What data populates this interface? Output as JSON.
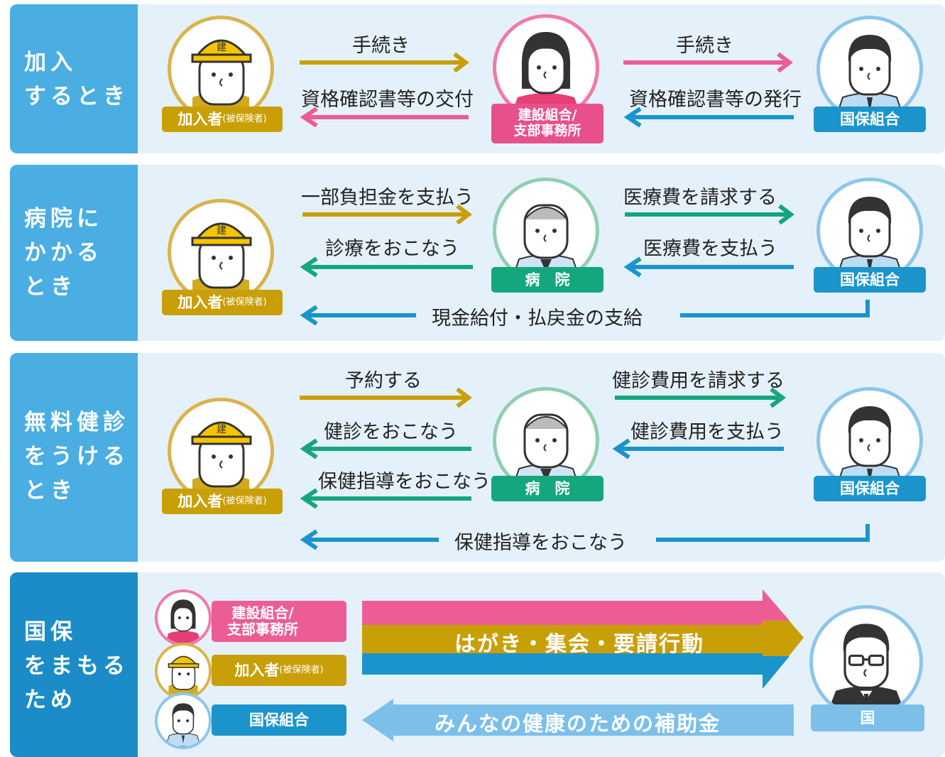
{
  "colors": {
    "head_light": "#4aaee3",
    "head_dark": "#1b8cc8",
    "section_bg": "#e5f1fa",
    "gold": "#c99f08",
    "pink": "#ec5d95",
    "green": "#14a77e",
    "blue": "#1b94cc",
    "light_blue": "#7cc0ea"
  },
  "sections": [
    {
      "title": "加入\nするとき",
      "labels": {
        "a": "手続き",
        "b": "資格確認書等の交付",
        "c": "手続き",
        "d": "資格確認書等の発行"
      },
      "badges": {
        "member": "加入者",
        "member_sub": "(被保険者)",
        "union": "建設組合/\n支部事務所",
        "kokuho": "国保組合"
      }
    },
    {
      "title": "病院に\nかかる\nとき",
      "labels": {
        "a": "一部負担金を支払う",
        "b": "診療をおこなう",
        "c": "医療費を請求する",
        "d": "医療費を支払う",
        "e": "現金給付・払戻金の支給"
      },
      "badges": {
        "member": "加入者",
        "member_sub": "(被保険者)",
        "hospital": "病　院",
        "kokuho": "国保組合"
      }
    },
    {
      "title": "無料健診\nをうける\nとき",
      "labels": {
        "a": "予約する",
        "b": "健診をおこなう",
        "b2": "保健指導をおこなう",
        "c": "健診費用を請求する",
        "d": "健診費用を支払う",
        "e": "保健指導をおこなう"
      },
      "badges": {
        "member": "加入者",
        "member_sub": "(被保険者)",
        "hospital": "病　院",
        "kokuho": "国保組合"
      }
    },
    {
      "title": "国保\nをまもる\nため",
      "labels": {
        "action": "はがき・集会・要請行動",
        "subsidy": "みんなの健康のための補助金"
      },
      "badges": {
        "union": "建設組合/\n支部事務所",
        "member": "加入者",
        "member_sub": "(被保険者)",
        "kokuho": "国保組合",
        "country": "国"
      }
    }
  ]
}
